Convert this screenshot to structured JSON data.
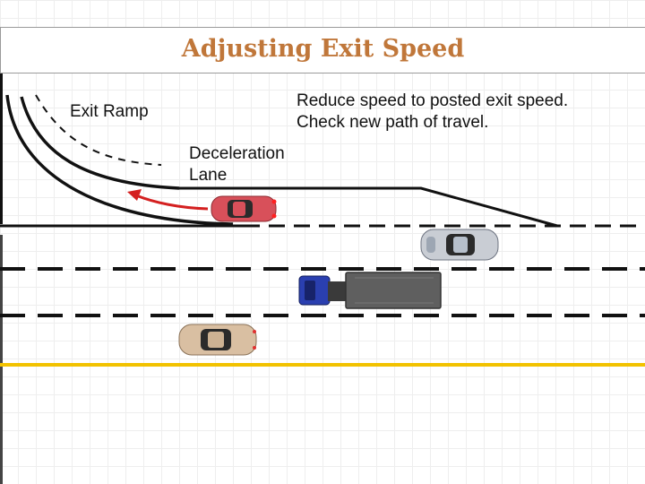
{
  "slide": {
    "title": "Adjusting Exit Speed",
    "labels": {
      "exit_ramp": "Exit Ramp",
      "instruction_line1": "Reduce speed to posted exit speed.",
      "instruction_line2": "Check new path of travel.",
      "decel_line1": "Deceleration",
      "decel_line2": "Lane"
    }
  },
  "colors": {
    "title": "#c0773a",
    "road_edge": "#111111",
    "center_line": "#f2c200",
    "arrow": "#d42020",
    "exiting_car": "#d8505a",
    "silver_car": "#c9cdd4",
    "tan_car": "#d9bfa2",
    "truck_cab": "#2a3fb0",
    "truck_trailer": "#5f5f5f"
  },
  "icons": [
    "red-exiting-car-icon",
    "silver-car-icon",
    "tan-car-icon",
    "blue-semi-truck-icon",
    "curved-arrow-icon"
  ]
}
